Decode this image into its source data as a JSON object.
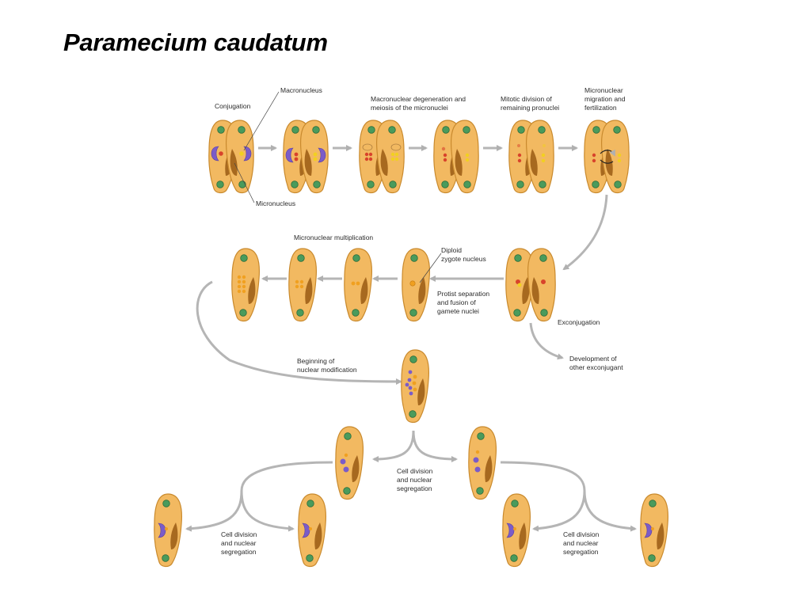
{
  "page_title": "Paramecium caudatum",
  "colors": {
    "cell_fill": "#f2b961",
    "cell_edge": "#c98a2e",
    "gullet": "#9a5a14",
    "vacuole_fill": "#4a9b5c",
    "macronucleus": "#7b5cc8",
    "micronucleus_red": "#d8432b",
    "micronucleus_orange": "#f0a020",
    "micronucleus_yellow": "#f2d020",
    "arrow": "#b5b5b5"
  },
  "labels": {
    "conjugation": "Conjugation",
    "macronucleus": "Macronucleus",
    "micronucleus": "Micronucleus",
    "macro_degeneration": [
      "Macronuclear degeneration and",
      "meiosis of the micronuclei"
    ],
    "mitotic_division": [
      "Mitotic division of",
      "remaining pronuclei"
    ],
    "micro_migration": [
      "Micronuclear",
      "migration and",
      "fertilization"
    ],
    "micro_multiplication": "Micronuclear multiplication",
    "diploid_zygote": [
      "Diploid",
      "zygote nucleus"
    ],
    "protist_separation": [
      "Protist separation",
      "and fusion of",
      "gamete nuclei"
    ],
    "exconjugation": "Exconjugation",
    "development_other": [
      "Development of",
      "other exconjugant"
    ],
    "beginning_modification": [
      "Beginning of",
      "nuclear modification"
    ],
    "cell_division_center": [
      "Cell division",
      "and nuclear",
      "segregation"
    ],
    "cell_division_left": [
      "Cell division",
      "and nuclear",
      "segregation"
    ],
    "cell_division_right": [
      "Cell division",
      "and nuclear",
      "segregation"
    ]
  }
}
